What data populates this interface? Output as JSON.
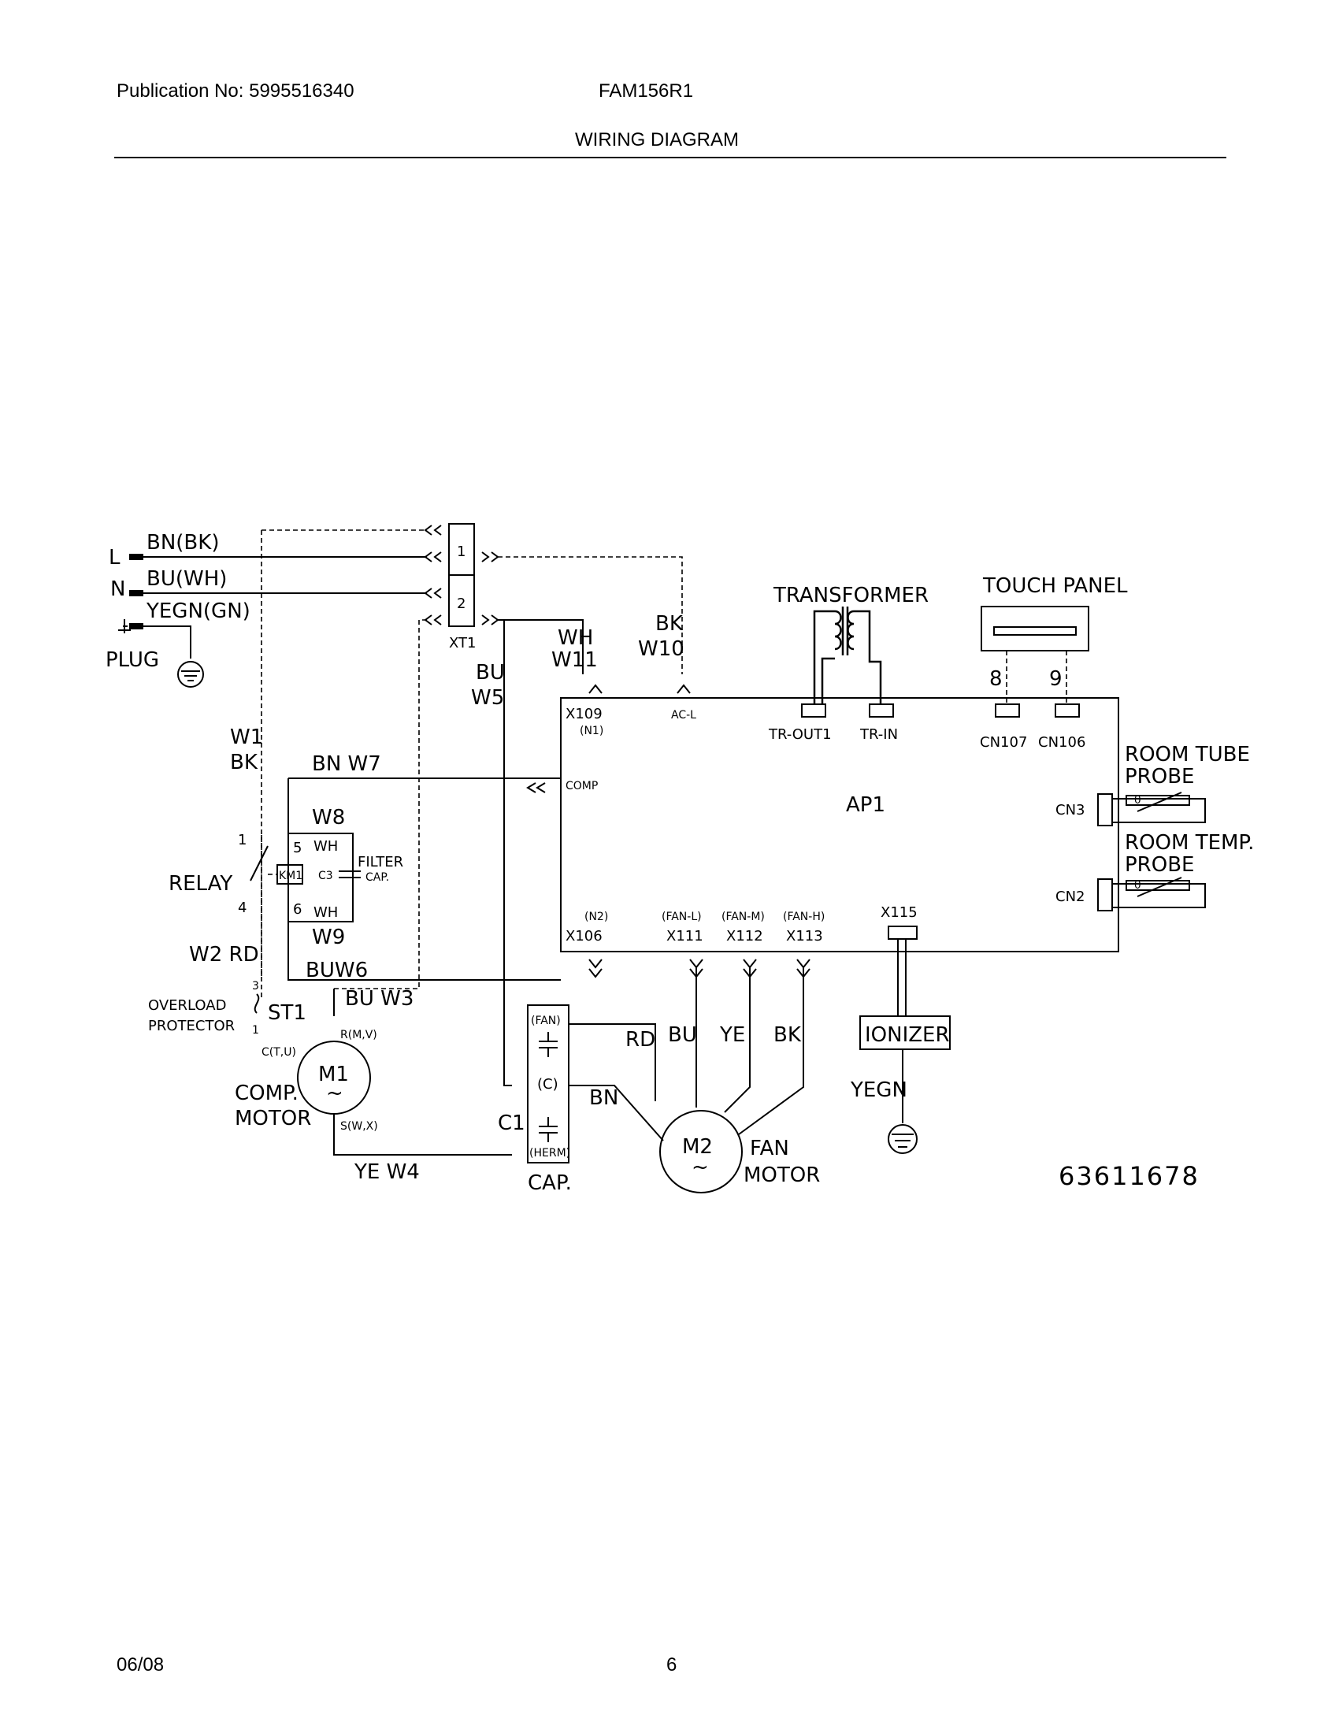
{
  "header": {
    "publication": "Publication No: 5995516340",
    "model": "FAM156R1",
    "title": "WIRING DIAGRAM"
  },
  "footer": {
    "date": "06/08",
    "page": "6"
  },
  "diagram": {
    "plug": {
      "l": "L",
      "n": "N",
      "l_wire": "BN(BK)",
      "n_wire": "BU(WH)",
      "ground_wire": "YEGN(GN)",
      "label": "PLUG"
    },
    "terminal_block": {
      "label": "XT1",
      "t1": "1",
      "t2": "2"
    },
    "wires": {
      "w1": "W1",
      "bk": "BK",
      "bu": "BU",
      "w5": "W5",
      "wh": "WH",
      "w11": "W11",
      "bk2": "BK",
      "w10": "W10",
      "bnw7": "BN W7",
      "w8": "W8",
      "wh_top": "WH",
      "wh_bot": "WH",
      "w9": "W9",
      "w2rd": "W2 RD",
      "buw6": "BUW6",
      "buw3": "BU W3",
      "yew4": "YE W4",
      "rd": "RD",
      "bu_fan": "BU",
      "ye": "YE",
      "bk_fan": "BK",
      "bn": "BN",
      "yegn": "YEGN"
    },
    "relay": {
      "label": "RELAY",
      "coil": "KM1",
      "p1": "1",
      "p4": "4",
      "p5": "5",
      "p6": "6"
    },
    "filter_cap": {
      "ref": "C3",
      "label1": "FILTER",
      "label2": "CAP."
    },
    "overload": {
      "label1": "OVERLOAD",
      "label2": "PROTECTOR",
      "ref": "ST1",
      "p3": "3",
      "p1": "1"
    },
    "comp_motor": {
      "ref": "M1",
      "label1": "COMP.",
      "label2": "MOTOR",
      "r": "R(M,V)",
      "c": "C(T,U)",
      "s": "S(W,X)"
    },
    "capacitor": {
      "ref": "C1",
      "label": "CAP.",
      "fan": "(FAN)",
      "c": "(C)",
      "herm": "(HERM)"
    },
    "fan_motor": {
      "ref": "M2",
      "label1": "FAN",
      "label2": "MOTOR"
    },
    "board": {
      "ref": "AP1",
      "x109": "X109",
      "n1": "(N1)",
      "acl": "AC-L",
      "comp": "COMP",
      "x106": "X106",
      "n2": "(N2)",
      "x111": "X111",
      "x112": "X112",
      "x113": "X113",
      "fanl": "(FAN-L)",
      "fanm": "(FAN-M)",
      "fanh": "(FAN-H)",
      "x115": "X115",
      "trout": "TR-OUT1",
      "trin": "TR-IN",
      "cn107": "CN107",
      "cn106": "CN106",
      "cn3": "CN3",
      "cn2": "CN2"
    },
    "transformer": {
      "label": "TRANSFORMER"
    },
    "touch_panel": {
      "label": "TOUCH  PANEL",
      "p8": "8",
      "p9": "9"
    },
    "probes": {
      "tube1": "ROOM  TUBE",
      "tube2": "PROBE",
      "temp1": "ROOM  TEMP.",
      "temp2": "PROBE",
      "theta": "θ"
    },
    "ionizer": {
      "label": "IONIZER"
    },
    "drawing_number": "63611678"
  }
}
